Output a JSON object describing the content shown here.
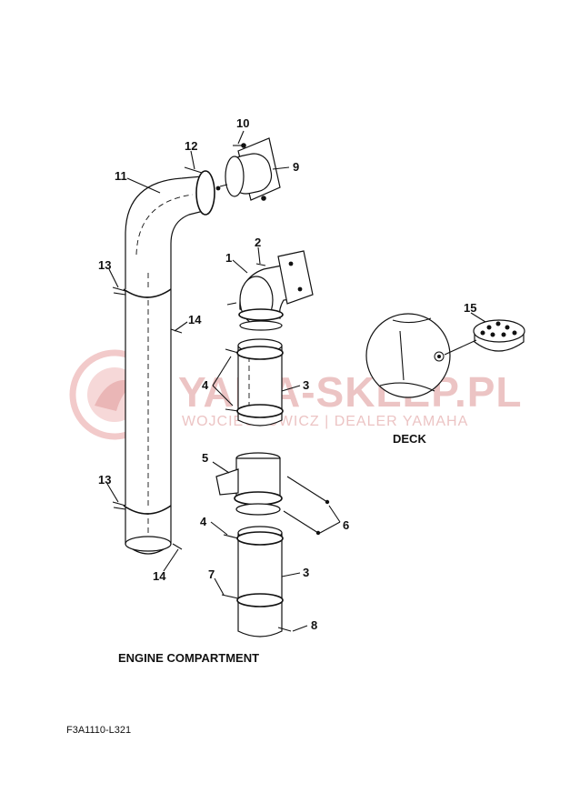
{
  "watermark": {
    "brand": "YAMA-SKLEP.PL",
    "dealer": "WOJCIECHOWICZ | DEALER YAMAHA"
  },
  "callouts": [
    "1",
    "2",
    "3",
    "3",
    "4",
    "4",
    "5",
    "6",
    "7",
    "8",
    "9",
    "10",
    "11",
    "12",
    "13",
    "13",
    "14",
    "14",
    "15"
  ],
  "labels": {
    "deck": "DECK",
    "engine_compartment": "ENGINE COMPARTMENT",
    "figure_code": "F3A1110-L321"
  }
}
